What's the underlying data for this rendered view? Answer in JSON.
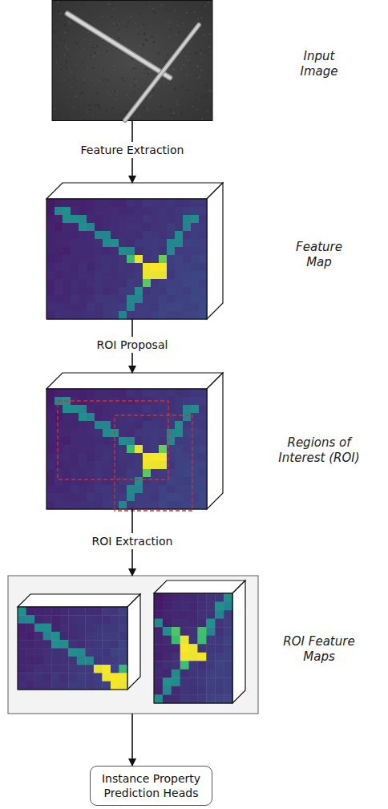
{
  "diagram": {
    "nodes": [
      {
        "text": [
          "Input Image"
        ]
      },
      {
        "text": [
          "Feature Map"
        ]
      },
      {
        "text": [
          "Regions of Interest (ROI)"
        ]
      },
      {
        "text": [
          "ROI Feature Maps"
        ]
      },
      {
        "text": [
          "Instance Property Prediction Heads"
        ]
      }
    ],
    "edges": [
      {
        "from": 0,
        "to": 1,
        "arrow": "to",
        "label": "Feature Extraction"
      },
      {
        "from": 1,
        "to": 2,
        "arrow": "to",
        "label": "ROI Proposal"
      },
      {
        "from": 2,
        "to": 3,
        "arrow": "to",
        "label": "ROI Extraction"
      },
      {
        "from": 3,
        "to": 4,
        "arrow": "to"
      }
    ]
  }
}
